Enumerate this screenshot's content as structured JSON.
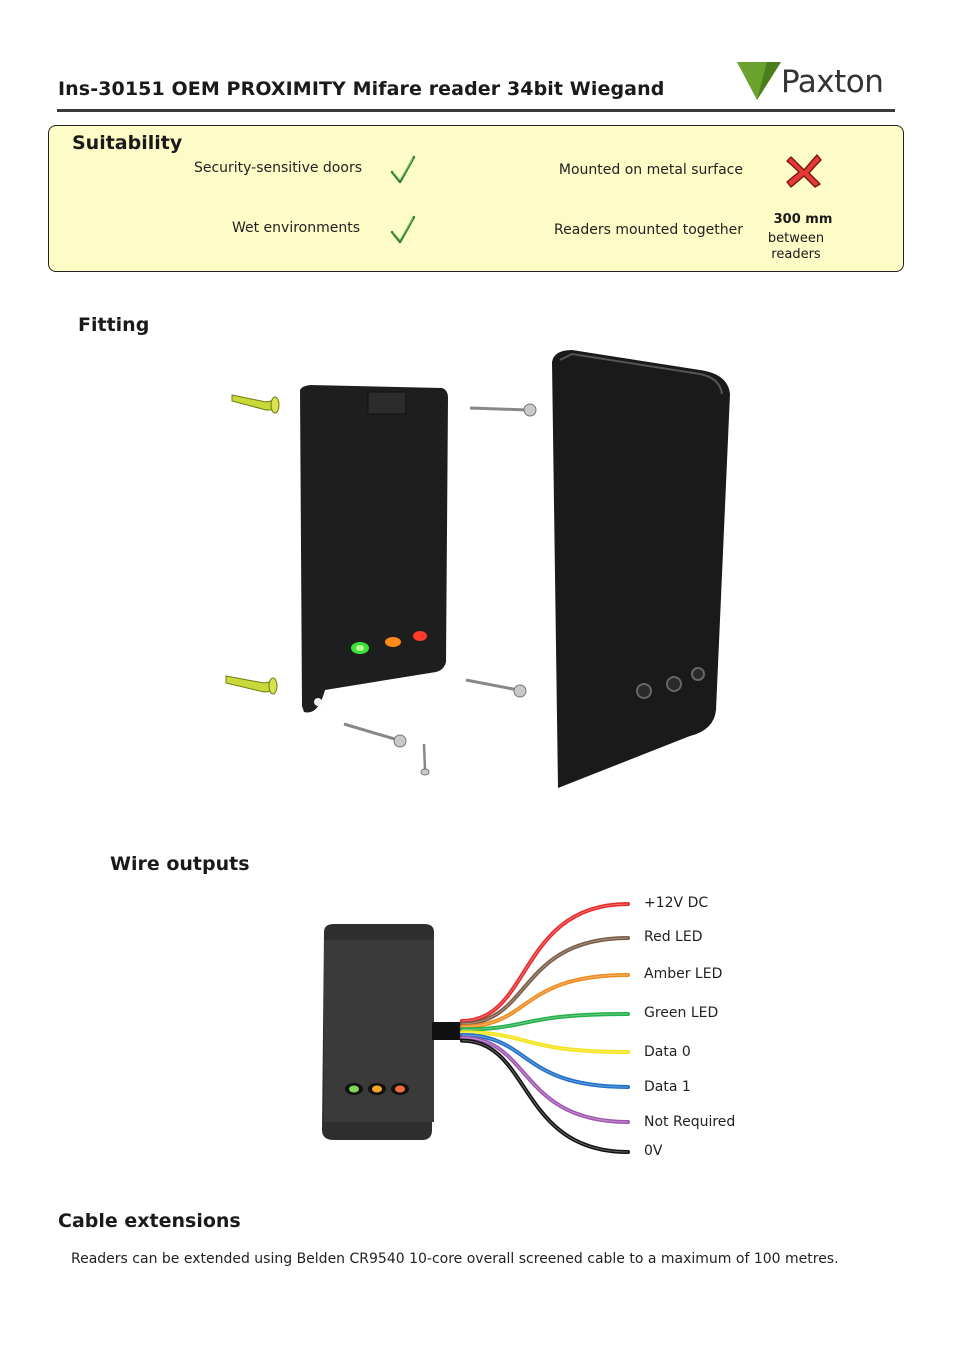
{
  "header": {
    "title": "Ins-30151 OEM PROXIMITY Mifare reader 34bit Wiegand",
    "logo_text": "Paxton"
  },
  "colors": {
    "panel_bg": "#fdfbc6",
    "check": "#2e7d32",
    "cross": "#e53935"
  },
  "suitability": {
    "title": "Suitability",
    "items": [
      {
        "label": "Security-sensitive doors",
        "icon": "check-icon"
      },
      {
        "label": "Wet environments",
        "icon": "check-icon"
      },
      {
        "label": "Mounted on metal surface",
        "icon": "cross-icon"
      },
      {
        "label": "Readers mounted together",
        "value": "300 mm",
        "note": "between readers"
      }
    ]
  },
  "fitting": {
    "title": "Fitting"
  },
  "wires": {
    "title": "Wire outputs",
    "items": [
      {
        "label": "+12V DC",
        "color": "#e8282a"
      },
      {
        "label": "Red LED",
        "color": "#7a5a44"
      },
      {
        "label": "Amber LED",
        "color": "#ee8a1e"
      },
      {
        "label": "Green LED",
        "color": "#22b04a"
      },
      {
        "label": "Data 0",
        "color": "#f4e41c"
      },
      {
        "label": "Data 1",
        "color": "#1e6fc8"
      },
      {
        "label": "Not Required",
        "color": "#9e57b0"
      },
      {
        "label": "0V",
        "color": "#111111"
      }
    ]
  },
  "cable": {
    "title": "Cable extensions",
    "text": "Readers can be extended using Belden CR9540 10-core overall screened cable to a maximum of 100 metres."
  }
}
